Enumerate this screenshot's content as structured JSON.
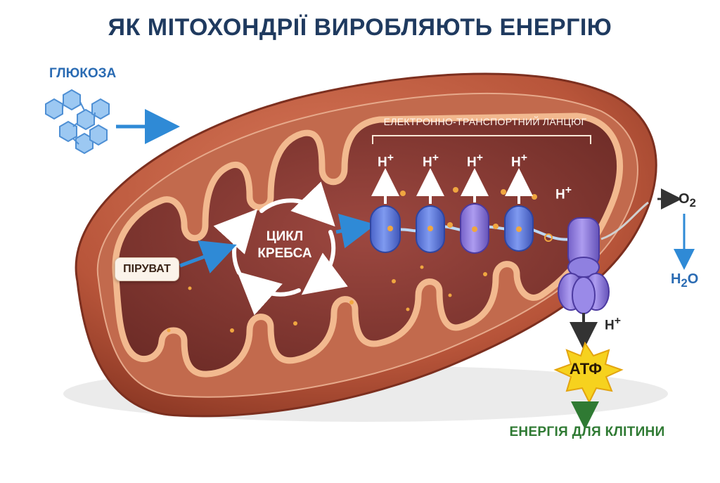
{
  "title": "ЯК МІТОХОНДРІЇ ВИРОБЛЯЮТЬ ЕНЕРГІЮ",
  "glucose_label": "ГЛЮКОЗА",
  "pyruvate_label": "ПІРУВАТ",
  "krebs": {
    "line1": "ЦИКЛ",
    "line2": "КРЕБСА"
  },
  "etc_label": "ЕЛЕКТРОННО-ТРАНСПОРТНИЙ ЛАНЦЮГ",
  "proton": {
    "base": "H",
    "charge": "+"
  },
  "oxygen": {
    "base": "O",
    "sub": "2"
  },
  "water": {
    "base": "H",
    "sub": "2",
    "tail": "O"
  },
  "atp_label": "АТФ",
  "energy_label": "ЕНЕРГІЯ ДЛЯ КЛІТИНИ",
  "colors": {
    "title": "#1f3a5f",
    "outer_membrane": "#b8553a",
    "matrix": "#8a3b32",
    "inner_membrane": "#f2b98f",
    "protein": "#5f7fe0",
    "protein_purple": "#8a78d8",
    "atp_star": "#f6d21e",
    "energy_text": "#2f7a33",
    "blue_arrow": "#2f8ad6"
  }
}
